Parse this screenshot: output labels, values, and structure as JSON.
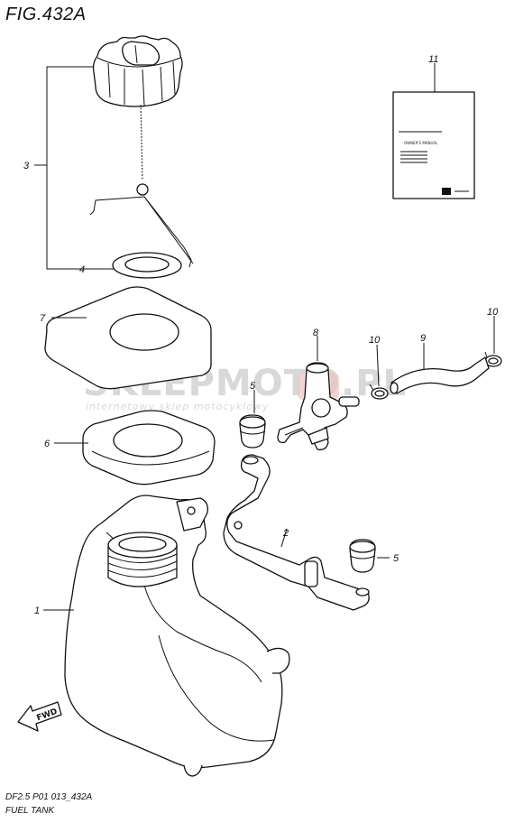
{
  "figure": {
    "title": "FIG.432A",
    "code": "DF2.5 P01 013_432A",
    "caption": "FUEL TANK"
  },
  "callouts": {
    "c1": "1",
    "c2": "2",
    "c3": "3",
    "c4": "4",
    "c5a": "5",
    "c5b": "5",
    "c6": "6",
    "c7": "7",
    "c8": "8",
    "c9": "9",
    "c10a": "10",
    "c10b": "10",
    "c11": "11"
  },
  "manual": {
    "heading": "OWNER'S MANUAL"
  },
  "fwd_label": "FWD",
  "watermark": {
    "brand": "SKLEPMOTO",
    "suffix": ".PL",
    "tagline": "internetowy sklep motocyklowy"
  },
  "colors": {
    "line": "#111111",
    "watermark": "#d8d8d8",
    "watermark_accent": "#e8b0b0"
  }
}
